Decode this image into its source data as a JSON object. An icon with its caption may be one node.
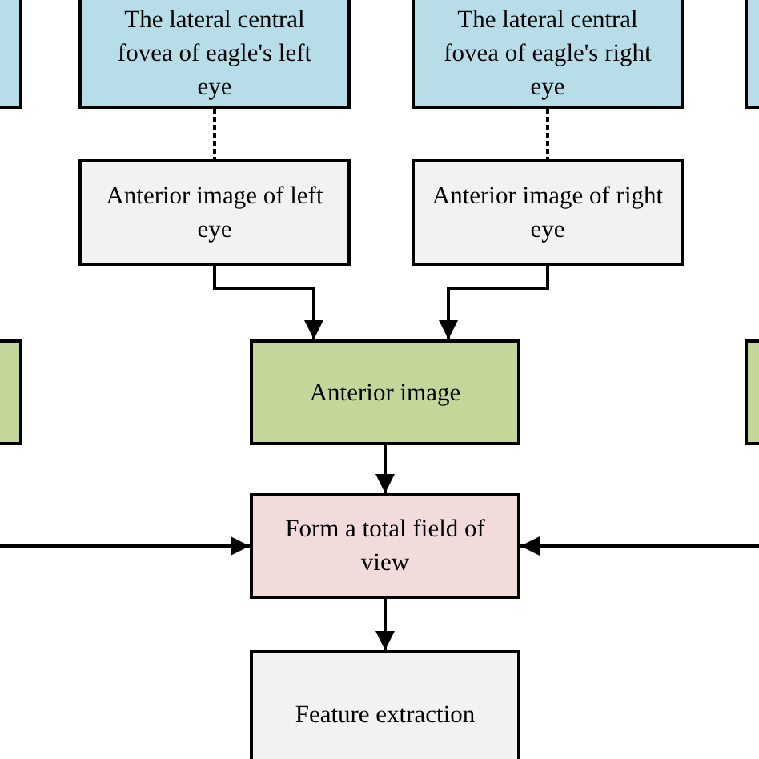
{
  "diagram": {
    "nodes": [
      {
        "text": [],
        "shape": "box"
      },
      {
        "text": [
          "The lateral central fovea of eagle's left eye"
        ]
      },
      {
        "text": [
          "The lateral central fovea of eagle's right eye"
        ]
      },
      {
        "text": [],
        "shape": "box"
      },
      {
        "text": [
          "Anterior image of left eye"
        ]
      },
      {
        "text": [
          "Anterior image of right eye"
        ]
      },
      {
        "text": [],
        "shape": "box"
      },
      {
        "text": [
          "Anterior image"
        ]
      },
      {
        "text": [],
        "shape": "box"
      },
      {
        "text": [
          "Form a total field of view"
        ]
      },
      {
        "text": [
          "Feature extraction"
        ]
      }
    ],
    "edges": [
      {
        "from": 1,
        "to": 4,
        "arrow": "none",
        "style": "dashed"
      },
      {
        "from": 2,
        "to": 5,
        "arrow": "none",
        "style": "dashed"
      },
      {
        "from": 4,
        "to": 7,
        "arrow": "to"
      },
      {
        "from": 5,
        "to": 7,
        "arrow": "to"
      },
      {
        "from": 7,
        "to": 9,
        "arrow": "to"
      },
      {
        "from": null,
        "to": 9,
        "arrow": "to"
      },
      {
        "from": null,
        "to": 9,
        "arrow": "to"
      },
      {
        "from": 9,
        "to": 10,
        "arrow": "to"
      }
    ]
  }
}
